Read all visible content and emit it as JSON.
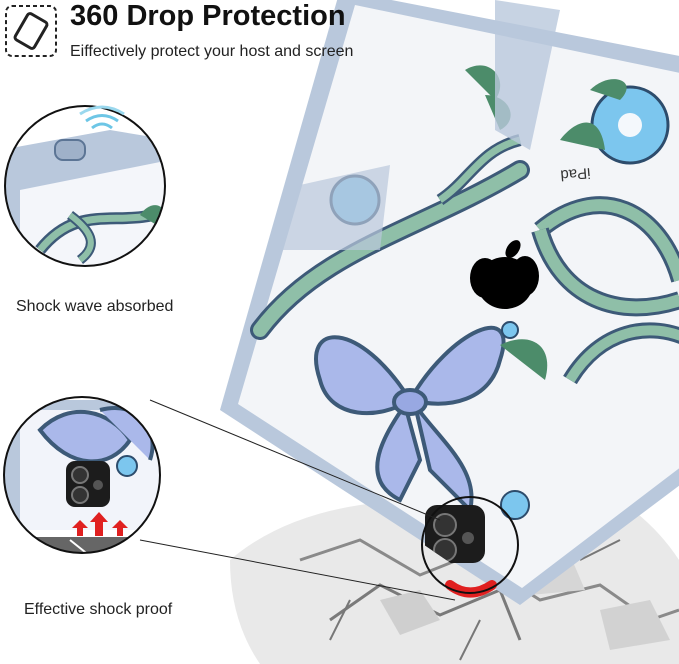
{
  "header": {
    "title": "360 Drop Protection",
    "subtitle": "Eiffectively protect your host and screen"
  },
  "captions": {
    "shock_wave": "Shock wave absorbed",
    "shock_proof": "Effective shock proof"
  },
  "device": {
    "back_label": "iPad"
  },
  "icons": {
    "header_icon": "drop-tablet-icon",
    "logo": "apple-logo-icon"
  },
  "colors": {
    "case_frame": "#b9c8dc",
    "ribbon_green": "#8fbfa8",
    "ribbon_outline": "#3d5a78",
    "bow_blue": "#aab8ea",
    "flower_blue": "#7cc6ee",
    "impact_red": "#e02020"
  }
}
